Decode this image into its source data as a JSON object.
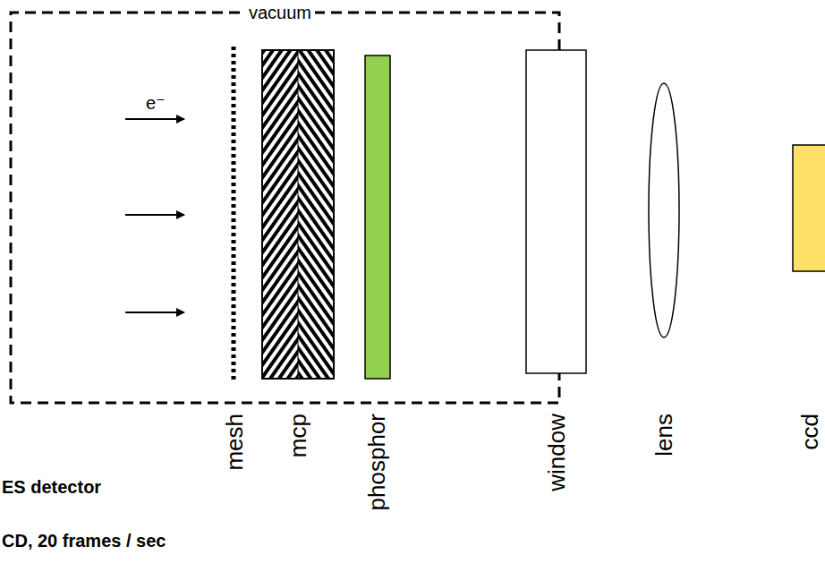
{
  "diagram": {
    "nodes": [
      {
        "text": [
          "vacuum"
        ]
      }
    ],
    "labels": [
      "e⁻",
      "mesh",
      "mcp",
      "phosphor",
      "window",
      "lens",
      "ccd",
      "ES detector",
      "CD, 20 frames / sec"
    ]
  }
}
